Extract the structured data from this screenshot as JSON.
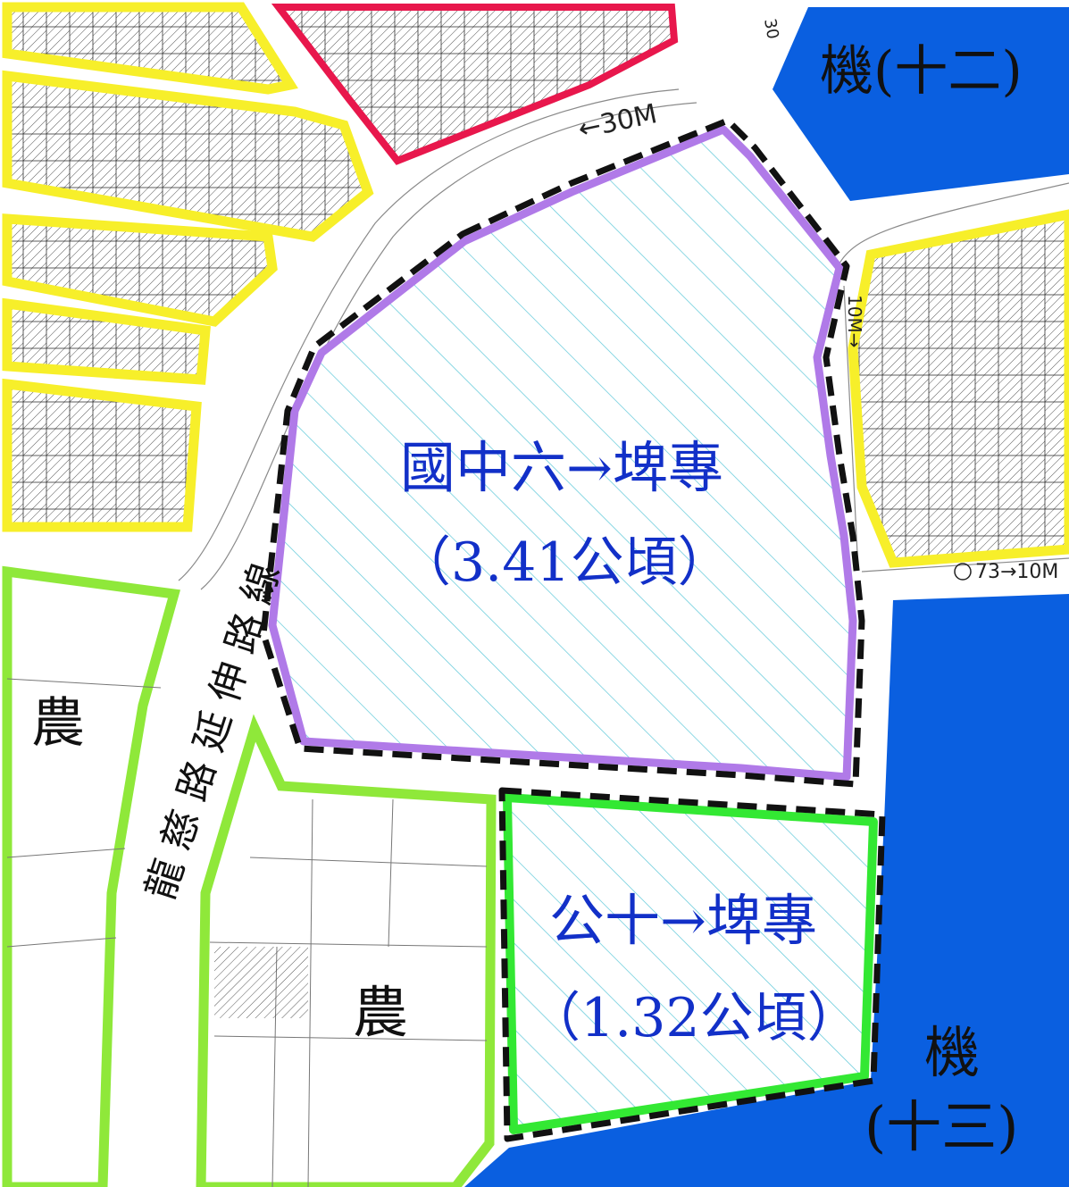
{
  "labels": {
    "junior_high_six": "國中六→埤專",
    "junior_high_six_area": "（3.41公頃）",
    "public_ten": "公十→埤專",
    "public_ten_area": "（1.32公頃）",
    "machine_12": "機(十二)",
    "machine_13_top": "機",
    "machine_13_bottom": "(十三)",
    "agri_left": "農",
    "agri_center": "農",
    "road_extension": "龍慈路延伸路線",
    "road_30m": "←30M",
    "road_10m_vertical": "10M→",
    "road_73_10m": "73→10M",
    "top_edge_fragment": "30"
  },
  "colors": {
    "machine_zone": "#0a5fe0",
    "school_boundary": "#b07ae8",
    "public_boundary": "#33e833",
    "residential_border": "#f7ef2a",
    "commercial_border": "#e8174c",
    "agri_border": "#8fe83a",
    "hatch_lines": "#5cc7d8",
    "label_blue": "#1230c8"
  }
}
